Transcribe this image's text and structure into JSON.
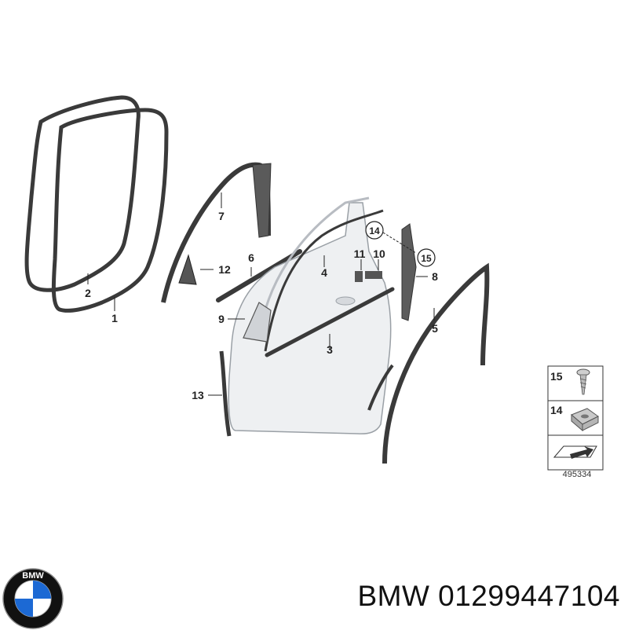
{
  "callouts": {
    "c1": "1",
    "c2": "2",
    "c3": "3",
    "c4": "4",
    "c5": "5",
    "c6": "6",
    "c7": "7",
    "c8": "8",
    "c9": "9",
    "c10": "10",
    "c11": "11",
    "c12": "12",
    "c13": "13",
    "c14": "14",
    "c15": "15"
  },
  "legend": {
    "item15": "15",
    "item14": "14",
    "reference_id": "495334"
  },
  "logo": {
    "text": "BMW",
    "colors": {
      "blue": "#1c69d4",
      "white": "#ffffff",
      "black": "#111111"
    }
  },
  "part_label": "BMW 01299447104",
  "colors": {
    "seal": "#3a3a3a",
    "door_panel": "#eef0f2",
    "outline": "#9aa0a6",
    "trim": "#555555"
  }
}
